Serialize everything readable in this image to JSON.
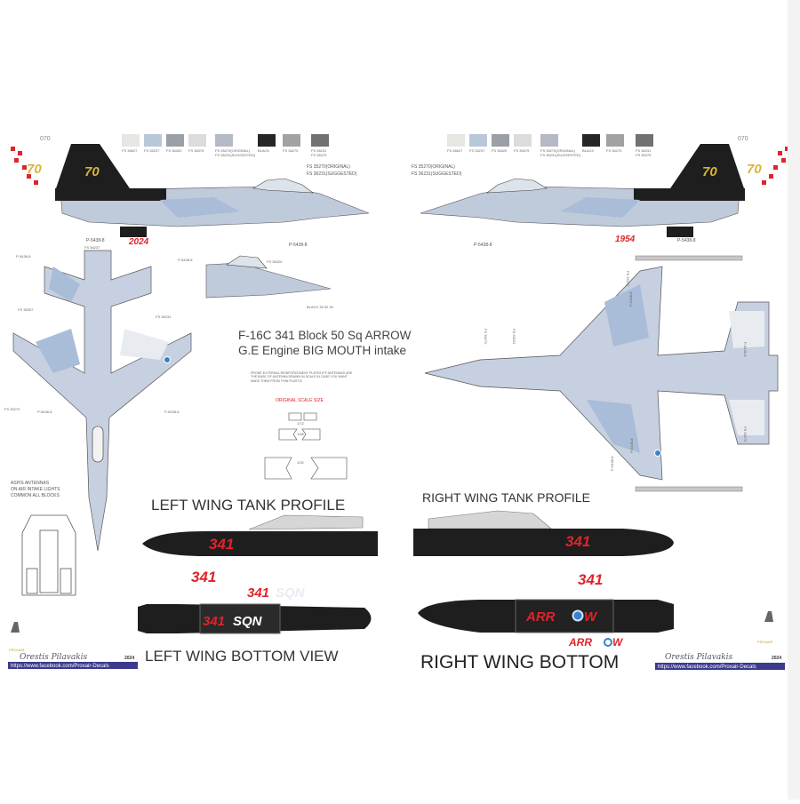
{
  "colors": {
    "swatches": [
      "#e6e6e3",
      "#b9c7db",
      "#9b9fa6",
      "#dcdcdc",
      "#b5b9c5",
      "#262626",
      "#a2a2a2",
      "#717171"
    ],
    "camo_light": "#c9d3e3",
    "camo_blue": "#a9bcd8",
    "camo_grey": "#b7bcc4",
    "tank_black": "#1e1e1e",
    "accent_red": "#e0232b",
    "gold": "#d8b43a",
    "url_bar": "#3b3a8c"
  },
  "swatch_labels": [
    "FS 36627",
    "FS 35237",
    "FS 36320",
    "FS 36375",
    "FS 35270(ORIGINAL) FS 36231(SUGGESTED)",
    "BLACK",
    "FS 36270",
    "FS 36231 FS 36375"
  ],
  "left_profile": {
    "serial": "070",
    "tail_number": "70",
    "year": "2024",
    "callouts": [
      "FS 35270(ORIGINAL)",
      "FS 36231(SUGGESTED)",
      "P-5438-8",
      "P-5438-8"
    ]
  },
  "right_profile": {
    "serial": "070",
    "tail_number": "70",
    "year": "1954",
    "callouts": [
      "FS 35270(ORIGINAL)",
      "FS 36231(SUGGESTED)",
      "P-5438-8",
      "P-5438-8"
    ]
  },
  "top_view_callouts": [
    "P-5438-8",
    "FS 36237",
    "P-5438-8",
    "FS 36307",
    "FS 36231",
    "FS 35270",
    "P-5438-8",
    "P-5438-8"
  ],
  "bottom_view_callouts": [
    "FS 35270",
    "P-5438-8",
    "FS 36231",
    "FS 35270",
    "P-5438-8",
    "P-5438-8",
    "FS 35270",
    "P-5438-8"
  ],
  "small_view_callouts": [
    "FS 36320",
    "BLACK 36 50 30"
  ],
  "title": {
    "line1": "F-16C 341 Block 50 Sq ARROW",
    "line2": "G.E Engine BIG MOUTH intake"
  },
  "scale_note": "PRONE EXTERNAL REINFORCEMENT PLATES IFF ANTENNAS ARE THE BASE OF ANTENNA DRAWN IN SCALE IN CASE YOU WANT MAKE THEM FROM THIN PLASTIC",
  "scale_heading": "ORIGINAL SCALE SIZE",
  "scale_labels": [
    "1/72",
    "1/48",
    "1/32"
  ],
  "aspis_note": [
    "ASPIS ANTENNAS",
    "ON AIR INTAKE LIGHTS",
    "COMMON ALL BLOCKS"
  ],
  "sections": {
    "left_tank_profile": "LEFT WING TANK PROFILE",
    "right_tank_profile": "RIGHT WING TANK PROFILE",
    "left_wing_bottom": "LEFT WING BOTTOM VIEW",
    "right_wing_bottom": "RIGHT WING BOTTOM"
  },
  "decals": {
    "num": "341",
    "sqn": "SQN",
    "arrow_pre": "ARR",
    "arrow_post": "W"
  },
  "credits": {
    "signature": "Orestis Pilavakis",
    "year": "2024",
    "url": "https://www.facebook.com/Proxair-Decals",
    "brand": "PROxAIR"
  }
}
